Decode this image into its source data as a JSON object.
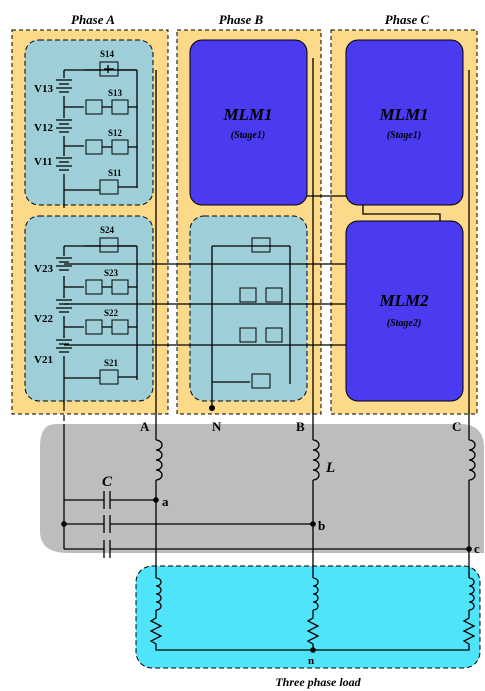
{
  "phases": {
    "a": "Phase A",
    "b": "Phase B",
    "c": "Phase C"
  },
  "modules": {
    "mlm1": "MLM1",
    "stage1": "(Stage1)",
    "mlm2": "MLM2",
    "stage2": "(Stage2)"
  },
  "switches": {
    "s14": "S14",
    "s13": "S13",
    "s12": "S12",
    "s11": "S11",
    "s24": "S24",
    "s23": "S23",
    "s22": "S22",
    "s21": "S21"
  },
  "sources": {
    "v13": "V13",
    "v12": "V12",
    "v11": "V11",
    "v23": "V23",
    "v22": "V22",
    "v21": "V21"
  },
  "nodes": {
    "A": "A",
    "N": "N",
    "B": "B",
    "C": "C",
    "a": "a",
    "b": "b",
    "c": "c",
    "n": "n"
  },
  "components": {
    "capacitor": "C",
    "inductor": "L"
  },
  "load_title": "Three phase load",
  "colors": {
    "phase_box": "#fdd98a",
    "cell_fill": "#9ecfd9",
    "module_fill": "#4b3bf0",
    "filter_fill": "#bdbdbd",
    "load_fill": "#4fe4fa"
  }
}
